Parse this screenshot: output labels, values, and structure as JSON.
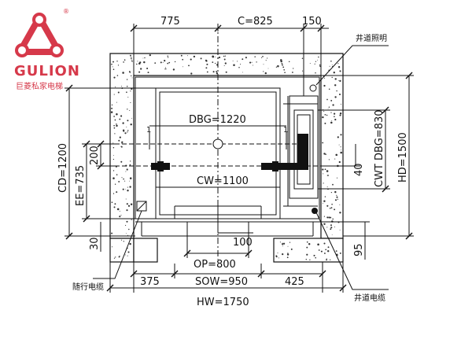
{
  "brand": {
    "name": "GULION",
    "tagline": "巨菱私家电梯",
    "registered": "®",
    "color": "#d6394a"
  },
  "dimensions": {
    "top_left": "775",
    "car_depth": "C=825",
    "top_right": "150",
    "dbg": "DBG=1220",
    "cw": "CW=1100",
    "cwt_dbg": "CWT DBG=830",
    "hd": "HD=1500",
    "cd": "CD=1200",
    "ee": "EE=735",
    "left_200": "200",
    "right_40": "40",
    "left_30": "30",
    "right_95": "95",
    "door_100": "100",
    "op": "OP=800",
    "sow": "SOW=950",
    "bottom_left": "375",
    "bottom_right": "425",
    "hw": "HW=1750",
    "center_mark": "1"
  },
  "labels": {
    "shaft_lighting": "井道照明",
    "traveling_cable": "随行电缆",
    "shaft_cable": "井道电缆"
  },
  "colors": {
    "line": "#111111",
    "concrete_fill": "#ffffff",
    "speckle": "#333333"
  }
}
